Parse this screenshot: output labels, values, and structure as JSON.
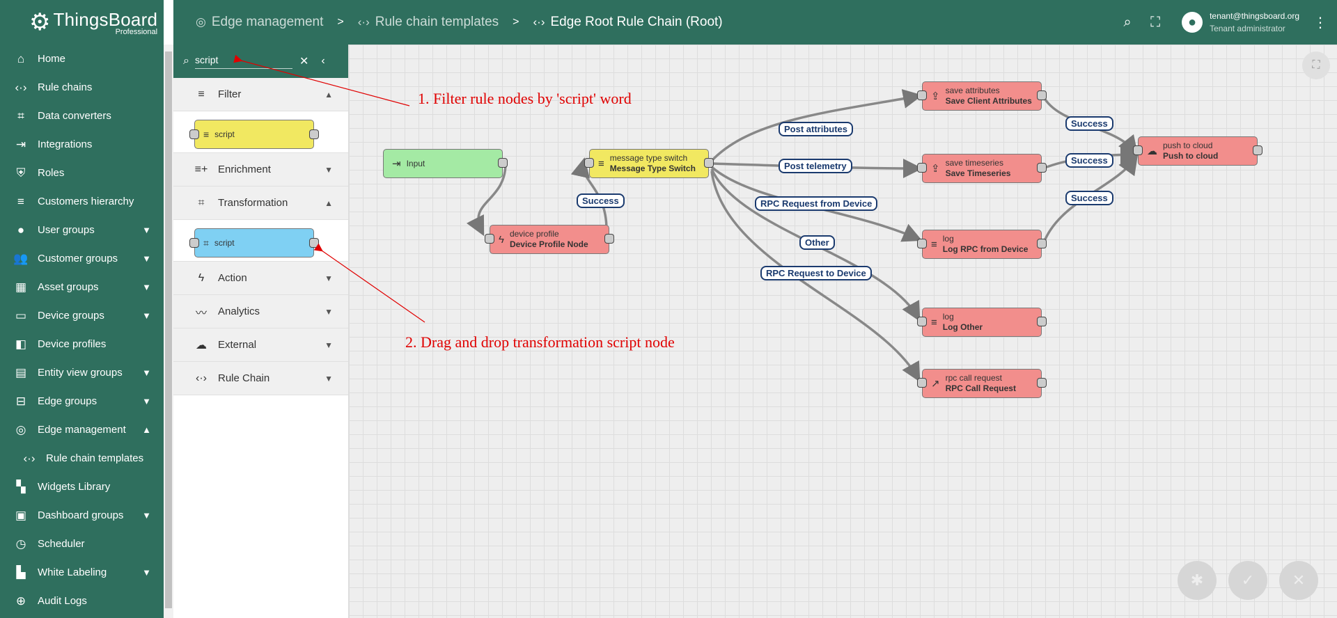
{
  "app": {
    "brand": "ThingsBoard",
    "edition": "Professional"
  },
  "breadcrumbs": [
    {
      "label": "Edge management",
      "icon": "router-icon"
    },
    {
      "label": "Rule chain templates",
      "icon": "code-icon"
    },
    {
      "label": "Edge Root Rule Chain (Root)",
      "icon": "code-icon"
    }
  ],
  "user": {
    "email": "tenant@thingsboard.org",
    "role": "Tenant administrator"
  },
  "sidebar": {
    "items": [
      {
        "label": "Home"
      },
      {
        "label": "Rule chains"
      },
      {
        "label": "Data converters"
      },
      {
        "label": "Integrations"
      },
      {
        "label": "Roles"
      },
      {
        "label": "Customers hierarchy"
      },
      {
        "label": "User groups"
      },
      {
        "label": "Customer groups"
      },
      {
        "label": "Asset groups"
      },
      {
        "label": "Device groups"
      },
      {
        "label": "Device profiles"
      },
      {
        "label": "Entity view groups"
      },
      {
        "label": "Edge groups"
      },
      {
        "label": "Edge management"
      },
      {
        "label": "Rule chain templates"
      },
      {
        "label": "Widgets Library"
      },
      {
        "label": "Dashboard groups"
      },
      {
        "label": "Scheduler"
      },
      {
        "label": "White Labeling"
      },
      {
        "label": "Audit Logs"
      }
    ]
  },
  "library": {
    "search_value": "script",
    "categories": [
      {
        "label": "Filter"
      },
      {
        "label": "Enrichment"
      },
      {
        "label": "Transformation"
      },
      {
        "label": "Action"
      },
      {
        "label": "Analytics"
      },
      {
        "label": "External"
      },
      {
        "label": "Rule Chain"
      }
    ],
    "filter_node": "script",
    "transformation_node": "script"
  },
  "nodes": {
    "input": {
      "label": "Input"
    },
    "device_profile": {
      "type": "device profile",
      "name": "Device Profile Node"
    },
    "msg_switch": {
      "type": "message type switch",
      "name": "Message Type Switch"
    },
    "save_attr": {
      "type": "save attributes",
      "name": "Save Client Attributes"
    },
    "save_ts": {
      "type": "save timeseries",
      "name": "Save Timeseries"
    },
    "log_rpc": {
      "type": "log",
      "name": "Log RPC from Device"
    },
    "log_other": {
      "type": "log",
      "name": "Log Other"
    },
    "rpc_call": {
      "type": "rpc call request",
      "name": "RPC Call Request"
    },
    "push_cloud": {
      "type": "push to cloud",
      "name": "Push to cloud"
    }
  },
  "edge_labels": {
    "success1": "Success",
    "post_attr": "Post attributes",
    "post_tel": "Post telemetry",
    "rpc_from": "RPC Request from Device",
    "other": "Other",
    "rpc_to": "RPC Request to Device",
    "success2": "Success",
    "success3": "Success",
    "success4": "Success"
  },
  "annotations": {
    "step1": "1. Filter rule nodes by 'script' word",
    "step2": "2. Drag and drop transformation script node"
  },
  "colors": {
    "primary": "#2f6f5e",
    "annotation": "#e00000",
    "edge_label": "#1a3a6e"
  }
}
